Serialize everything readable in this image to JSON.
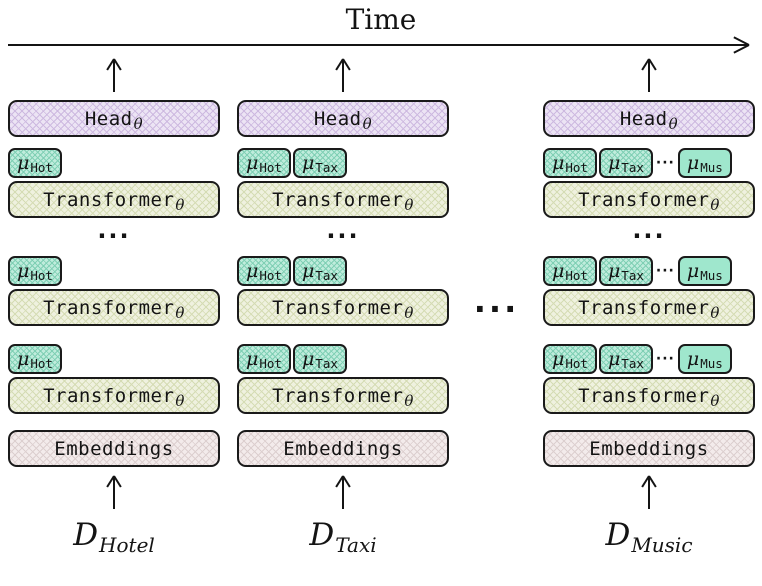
{
  "header": {
    "time_label": "Time"
  },
  "between_columns_ellipsis": "···",
  "shared": {
    "head": {
      "label": "Head",
      "subscript": "θ"
    },
    "transformer": {
      "label": "Transformer",
      "subscript": "θ"
    },
    "embeddings_label": "Embeddings",
    "layers_ellipsis": "···",
    "adapters_inline_ellipsis": "···"
  },
  "columns": [
    {
      "name": "Hotel",
      "dataset": {
        "symbol": "D",
        "subscript": "Hotel"
      },
      "adapters": [
        {
          "symbol": "μ",
          "subscript": "Hot",
          "appearance": "hatched"
        }
      ]
    },
    {
      "name": "Taxi",
      "dataset": {
        "symbol": "D",
        "subscript": "Taxi"
      },
      "adapters": [
        {
          "symbol": "μ",
          "subscript": "Hot",
          "appearance": "hatched"
        },
        {
          "symbol": "μ",
          "subscript": "Tax",
          "appearance": "hatched"
        }
      ]
    },
    {
      "name": "Music",
      "dataset": {
        "symbol": "D",
        "subscript": "Music"
      },
      "adapters": [
        {
          "symbol": "μ",
          "subscript": "Hot",
          "appearance": "hatched"
        },
        {
          "symbol": "μ",
          "subscript": "Tax",
          "appearance": "hatched"
        },
        {
          "symbol": "μ",
          "subscript": "Mus",
          "appearance": "solid"
        }
      ],
      "adapters_ellipsis": "···"
    }
  ],
  "colors": {
    "head_fill": "#ece4f4",
    "head_hatch": "#cdb9e0",
    "transformer_fill": "#eff1df",
    "transformer_hatch": "#d5dcb4",
    "embeddings_fill": "#f3ebeb",
    "embeddings_hatch": "#dccfcf",
    "adapter_fill": "#bfecdc",
    "adapter_hatch": "#7fcfb4",
    "adapter_solid": "#9fe7cd",
    "border": "#1a1a1a"
  }
}
